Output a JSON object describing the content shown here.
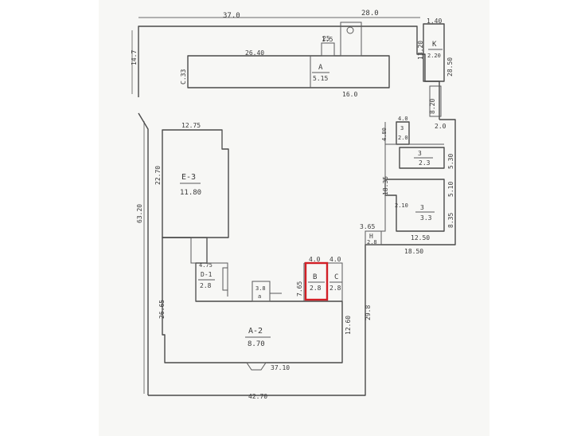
{
  "colors": {
    "highlight": "#d21f26",
    "ink": "#3a3a3a",
    "paper": "#f7f7f5"
  },
  "dims": {
    "top_left": "37.0",
    "top_right": "28.0",
    "top_corner": "1.40",
    "left_top": "14.7",
    "inner_top": "26.40",
    "inner_left": "C.33",
    "inner_mid": "1.5",
    "inner_bottom": "16.0",
    "right_col_a": "13.20",
    "right_col_b": "28.50",
    "right_small_a": "8.20",
    "right_small_b": "2.0",
    "left_outer": "63.20",
    "e3_top": "12.75",
    "e3_side": "22.70",
    "rw_a": "4.80",
    "rw_b": "4.0",
    "rw_side": "5.30",
    "rw_mid": "18.35",
    "rw_side2": "5.10",
    "rw_low": "2.10",
    "rw_side3": "8.35",
    "rw_step": "3.65",
    "rw_bottom": "12.50",
    "rw_bottom2": "18.50",
    "a2_left": "26.65",
    "a2_right_dim": "12.60",
    "a2_right": "29.8",
    "small_top": "4.75",
    "room_top_a": "4.0",
    "room_top_b": "4.0",
    "room_left": "7.65",
    "bottom_inner": "37.10",
    "bottom_outer": "42.70"
  },
  "rooms": {
    "k": {
      "label": "K",
      "value": "2.20"
    },
    "a_top": {
      "label": "A",
      "value": "5.15"
    },
    "b25": {
      "label": "25"
    },
    "e3": {
      "label": "E-3",
      "value": "11.80"
    },
    "small_a": {
      "label": "3",
      "value": "2.0"
    },
    "r3": {
      "label": "3",
      "value": "2.3"
    },
    "r4": {
      "label": "3",
      "value": "3.3"
    },
    "h": {
      "label": "H",
      "value": "2.8"
    },
    "d1": {
      "label": "D-1",
      "value": "2.8"
    },
    "b": {
      "label": "B",
      "value": "2.8"
    },
    "c": {
      "label": "C",
      "value": "2.8"
    },
    "stair": {
      "label": "3.8",
      "value": "a"
    },
    "a2": {
      "label": "A-2",
      "value": "8.70"
    }
  }
}
